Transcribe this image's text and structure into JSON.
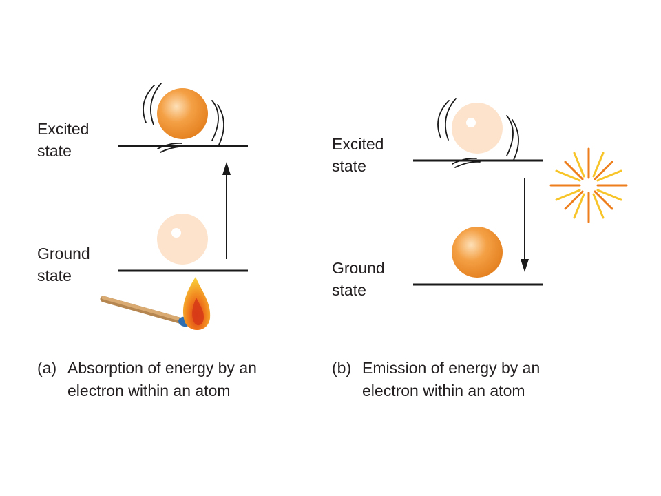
{
  "panel_a": {
    "excited_label": [
      "Excited",
      "state"
    ],
    "ground_label": [
      "Ground",
      "state"
    ],
    "caption_tag": "(a)",
    "caption_lines": [
      "Absorption of energy by an",
      "electron within an atom"
    ]
  },
  "panel_b": {
    "excited_label": [
      "Excited",
      "state"
    ],
    "ground_label": [
      "Ground",
      "state"
    ],
    "caption_tag": "(b)",
    "caption_lines": [
      "Emission of energy by an",
      "electron within an atom"
    ]
  },
  "colors": {
    "level_line": "#1a1a1a",
    "electron_orange": "#f2902a",
    "electron_pale": "#fde3cc",
    "light_burst_orange": "#ee7e1c",
    "light_burst_yellow": "#f7c52a",
    "match_stick": "#d4a36a",
    "flame_yellow": "#f8c223",
    "flame_red": "#e0441a"
  },
  "icons": {
    "electron_active": "orange-sphere",
    "electron_faded": "pale-sphere",
    "energy_source": "lit-match-icon",
    "emitted_light": "light-burst-icon"
  }
}
